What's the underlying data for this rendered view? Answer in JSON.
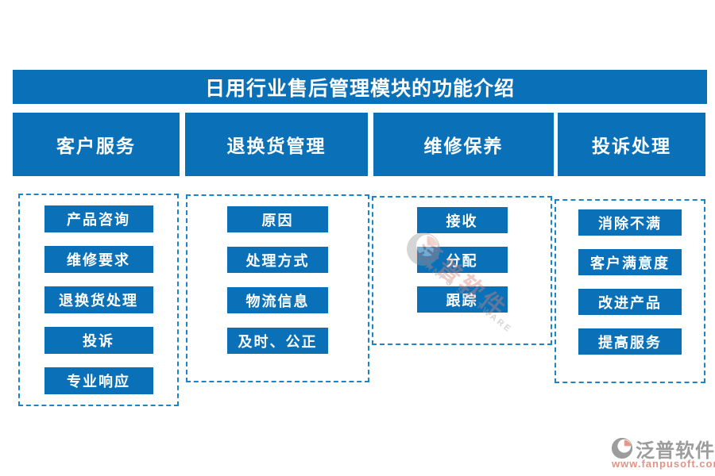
{
  "title": "日用行业售后管理模块的功能介绍",
  "columns": [
    {
      "header": "客户服务",
      "items": [
        "产品咨询",
        "维修要求",
        "退换货处理",
        "投诉",
        "专业响应"
      ]
    },
    {
      "header": "退换货管理",
      "items": [
        "原因",
        "处理方式",
        "物流信息",
        "及时、公正"
      ]
    },
    {
      "header": "维修保养",
      "items": [
        "接收",
        "分配",
        "跟踪"
      ]
    },
    {
      "header": "投诉处理",
      "items": [
        "消除不满",
        "客户满意度",
        "改进产品",
        "提高服务"
      ]
    }
  ],
  "watermark": {
    "text": "泛普软件",
    "subtext": "FANPU SOFTWARE"
  },
  "logo": {
    "brand": "泛普软件",
    "url": "www.fanpusoft.com"
  },
  "colors": {
    "primary_blue": "#0A70B8",
    "dashed_border": "#1E84C8",
    "logo_gray": "#9C9C9C",
    "logo_salmon": "#E09487"
  }
}
